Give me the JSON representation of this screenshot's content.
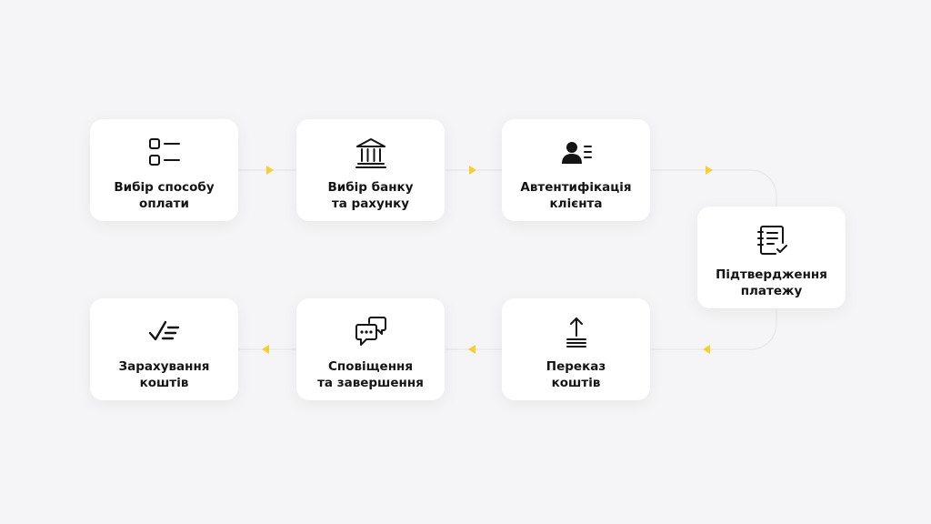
{
  "steps": [
    {
      "label": "Вибір способу\nоплати",
      "icon": "checklist-icon"
    },
    {
      "label": "Вибір банку\nта рахунку",
      "icon": "bank-icon"
    },
    {
      "label": "Автентифікація\nклієнта",
      "icon": "user-profile-icon"
    },
    {
      "label": "Підтвердження\nплатежу",
      "icon": "document-check-icon"
    },
    {
      "label": "Переказ\nкоштів",
      "icon": "upload-transfer-icon"
    },
    {
      "label": "Сповіщення\nта завершення",
      "icon": "chat-bubbles-icon"
    },
    {
      "label": "Зарахування\nкоштів",
      "icon": "check-lines-icon"
    }
  ],
  "colors": {
    "background": "#f5f5f7",
    "card": "#ffffff",
    "text": "#141414",
    "arrow": "#f6cf2e",
    "connector": "#e6e6e8",
    "icon": "#141414"
  }
}
